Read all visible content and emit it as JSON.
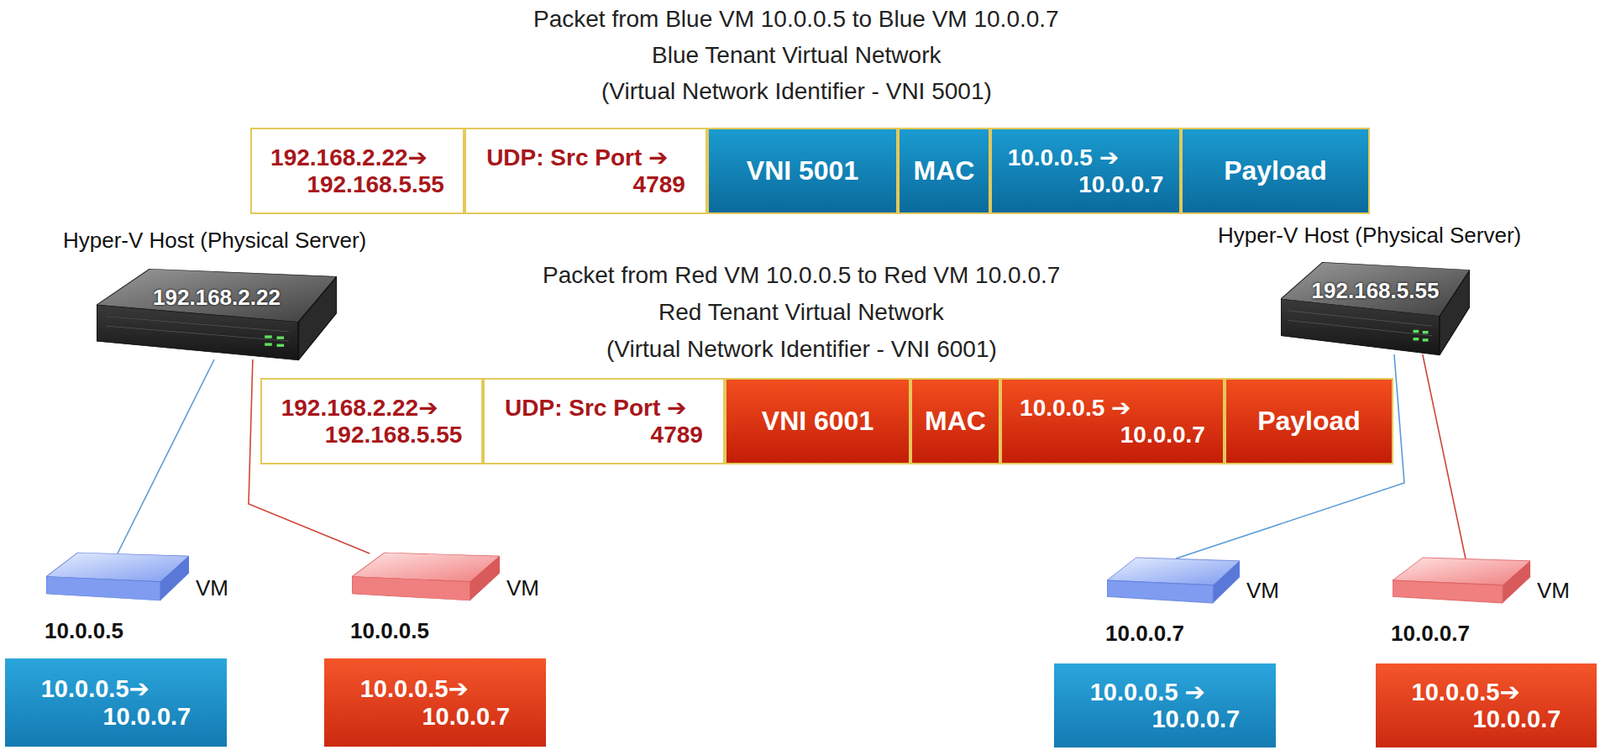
{
  "diagram": {
    "nodes": [
      {
        "text": [
          "192.168.2.22➔ 192.168.5.55"
        ]
      },
      {
        "text": [
          "UDP: Src Port ➔ 4789"
        ]
      },
      {
        "text": [
          "VNI 5001"
        ]
      },
      {
        "text": [
          "MAC"
        ]
      },
      {
        "text": [
          "10.0.0.5 ➔ 10.0.0.7"
        ]
      },
      {
        "text": [
          "Payload"
        ]
      },
      {
        "text": [
          "192.168.2.22"
        ]
      },
      {
        "text": [
          "192.168.5.55"
        ]
      },
      {
        "text": [
          "192.168.2.22➔ 192.168.5.55"
        ]
      },
      {
        "text": [
          "UDP: Src Port ➔ 4789"
        ]
      },
      {
        "text": [
          "VNI 6001"
        ]
      },
      {
        "text": [
          "MAC"
        ]
      },
      {
        "text": [
          "10.0.0.5 ➔ 10.0.0.7"
        ]
      },
      {
        "text": [
          "Payload"
        ]
      },
      {
        "text": [
          "VM",
          "10.0.0.5"
        ]
      },
      {
        "text": [
          "VM",
          "10.0.0.5"
        ]
      },
      {
        "text": [
          "VM",
          "10.0.0.7"
        ]
      },
      {
        "text": [
          "VM",
          "10.0.0.7"
        ]
      },
      {
        "text": [
          "10.0.0.5➔ 10.0.0.7"
        ]
      },
      {
        "text": [
          "10.0.0.5➔ 10.0.0.7"
        ]
      },
      {
        "text": [
          "10.0.0.5 ➔ 10.0.0.7"
        ]
      },
      {
        "text": [
          "10.0.0.5➔ 10.0.0.7"
        ]
      }
    ],
    "edges": [
      {
        "from": 6,
        "to": 14,
        "arrow": "none"
      },
      {
        "from": 6,
        "to": 15,
        "arrow": "none"
      },
      {
        "from": 7,
        "to": 16,
        "arrow": "none"
      },
      {
        "from": 7,
        "to": 17,
        "arrow": "none"
      }
    ],
    "labels": [
      "Packet from Blue VM 10.0.0.5 to Blue VM 10.0.0.7",
      "Blue Tenant Virtual Network",
      "(Virtual Network Identifier - VNI 5001)",
      "Hyper-V Host (Physical Server)",
      "Hyper-V Host (Physical Server)",
      "Packet from Red VM 10.0.0.5 to Red VM  10.0.0.7",
      "Red Tenant Virtual Network",
      "(Virtual Network Identifier - VNI 6001)"
    ]
  }
}
